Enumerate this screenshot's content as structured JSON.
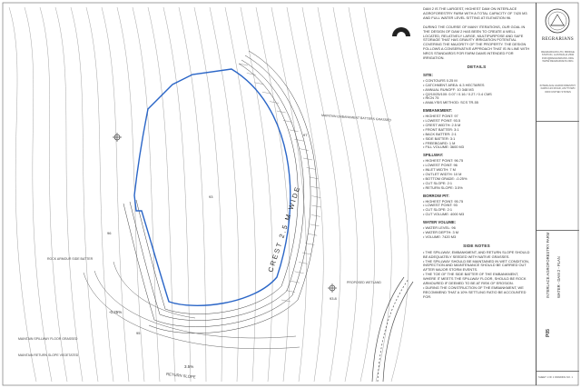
{
  "intro": "DAM 2 IS THE LARGEST, HIGHEST DAM ON INTERLACE AGROFORESTRY FARM WITH A TOTAL CAPACITY OF 7420 M3 AND FULL WATER LEVEL SITTING AT ELEVATION 96.",
  "intro2": "DURING THE COURSE OF MANY ITERATIONS, OUR GOAL IN THE DESIGN OF DAM 2 HAS BEEN TO CREATE A WELL LOCATED, RELATIVELY LARGE, MULTIPURPOSE AND SAFE STORAGE THAT HAS GRAVITY IRRIGATION POTENTIAL COVERING THE MAJORITY OF THE PROPERTY. THE DESIGN FOLLOWS A CONSERVATIVE APPROACH THAT IS IN LINE WITH NRCS STANDARDS FOR FARM DAMS INTENDED FOR IRRIGATION.",
  "details_heading": "DETAILS",
  "site": {
    "heading": "SITE:",
    "items": [
      "CONTOURS 0.25 M",
      "CATCHMENT AREA: 6.3 HECTARES",
      "ANNUAL RUNOFF: 10 348 M3",
      "Q2/10/25/100: 0.07 / 0.16 / 0.27 / 0.4 CMS",
      "RICN 75",
      "ANALYSIS METHOD: SCS TR-55"
    ]
  },
  "embankment": {
    "heading": "EMBANKMENT:",
    "items": [
      "HIGHEST POINT: 97",
      "LOWEST POINT: 93.5",
      "CREST WIDTH: 2.5 M",
      "FRONT BATTER: 3:1",
      "BACK BATTER: 2:1",
      "SIDE BATTER: 3:1",
      "FREEBOARD: 1 M",
      "FILL VOLUME: 3600 M3"
    ]
  },
  "spillway": {
    "heading": "SPILLWAY:",
    "items": [
      "HIGHEST POINT: 96.75",
      "LOWEST POINT: 96",
      "INLET WIDTH: 7 M",
      "OUTLET WIDTH: 10 M",
      "BOTTOM GRADE: -0.25%",
      "CUT SLOPE: 2:1",
      "RETURN SLOPE: 3.5%"
    ]
  },
  "borrow": {
    "heading": "BORROW PIT:",
    "items": [
      "HIGHEST POINT: 95.75",
      "LOWEST POINT: 93",
      "CUT SLOPE: 2:1",
      "CUT VOLUME: 4000 M3"
    ]
  },
  "water": {
    "heading": "WATER VOLUME:",
    "items": [
      "WATER LEVEL: 96",
      "WATER DEPTH: 3 M",
      "VOLUME: 7420 M3"
    ]
  },
  "side_heading": "SIDE NOTES",
  "side_notes": [
    "THE SPILLWAY, EMBANKMENT, AND RETURN SLOPE SHOULD BE ADEQUATELY SEEDED WITH NATIVE GRASSES.",
    "THE SPILLWAY SHOULD BE MAINTAINED IN WET CONDITION, INSPECTION AND MAINTENANCE SHOULD BE CARRIED OUT AFTER MAJOR STORM EVENTS.",
    "THE TOE OF THE SIDE BATTER OF THE EMBANKMENT, WHERE IT MEETS THE SPILLWAY FLOOR, SHOULD BE ROCK ARMOURED IF DEEMED TO BE AT RISK OF EROSION.",
    "DURING THE CONSTRUCTION OF THE EMBANKMENT, WE RECOMMEND THAT A 10% SETTLING RATIO BE ACCOUNTED FOR."
  ],
  "plan": {
    "crest_label": "CREST 2.5 M WIDE",
    "batter_label": "MAINTAIN EMBANKMENT BATTERS GRASSED",
    "rock_label": "ROCK ARMOUR SIDE BATTER",
    "floor_label": "MAINTAIN SPILLWAY FLOOR GRASSED",
    "return_label": "MAINTAIN RETURN SLOPE VEGETATED",
    "wetland_label": "PROPOSED WETLAND",
    "return_slope_label": "RETURN SLOPE",
    "grade1": "-0.25%",
    "grade2": "3.5%",
    "elev_93": "93",
    "elev_97": "97",
    "elev_96": "96",
    "elev_938": "93.8",
    "elev_95": "95"
  },
  "titleblock": {
    "brand": "REGRARIANS",
    "address": "REGRARIANS LTD, BRIDGE STATION, AUSTRALIA 2500 INFO@REGRARIANS.ORG WWW.REGRARIANS.ORG",
    "client": "INTERLACE AGROFORESTRY FARM 123 ROAD, ANYTOWN 0000 UNITED STATES",
    "project": "INTERLACE AGROFORESTRY FARM",
    "sheet_title": "WATER - DAM 2 - PLAN",
    "sheet_no": "P05",
    "footer": "SHEET 1 OF 1   DRAWING NO. 1"
  }
}
